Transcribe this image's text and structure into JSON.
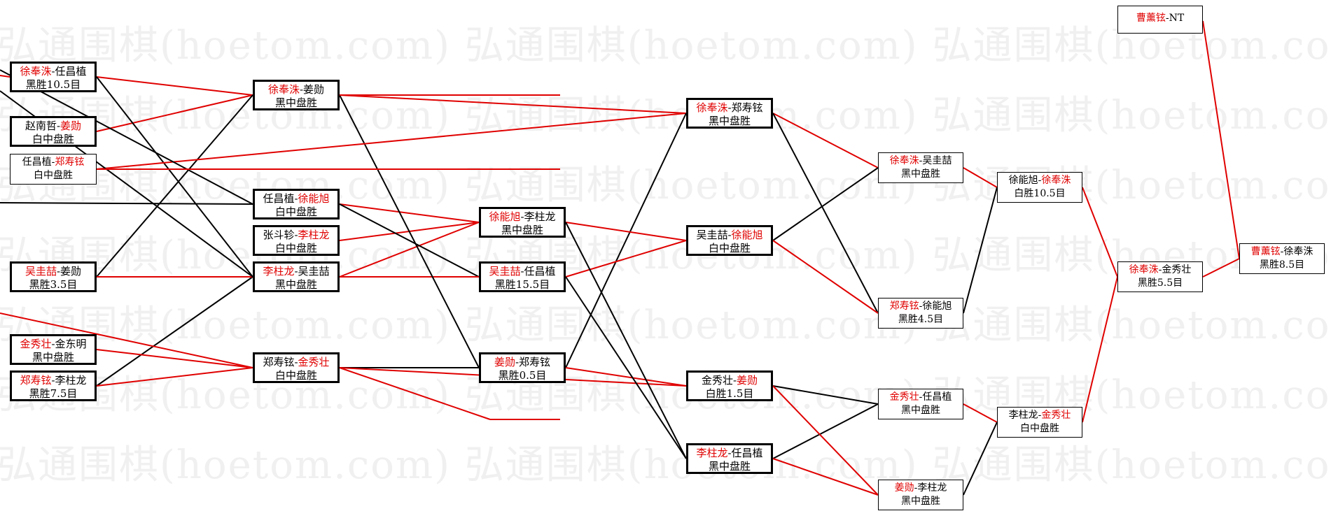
{
  "watermark": "弘通围棋(hoetom.com)",
  "colors": {
    "winner": "#e00000",
    "loser_line": "#000000",
    "win_line": "#e00000"
  },
  "matches": [
    {
      "id": "m1",
      "a": "徐奉洙",
      "b": "任昌植",
      "winner": "a",
      "result": "黑胜10.5目"
    },
    {
      "id": "m2",
      "a": "赵南哲",
      "b": "姜勋",
      "winner": "b",
      "result": "白中盘胜"
    },
    {
      "id": "m3",
      "a": "任昌植",
      "b": "郑寿铉",
      "winner": "b",
      "result": "白中盘胜"
    },
    {
      "id": "m4",
      "a": "吴圭喆",
      "b": "姜勋",
      "winner": "a",
      "result": "黑胜3.5目"
    },
    {
      "id": "m5",
      "a": "金秀壮",
      "b": "金东明",
      "winner": "a",
      "result": "黑中盘胜"
    },
    {
      "id": "m6",
      "a": "郑寿铉",
      "b": "李柱龙",
      "winner": "a",
      "result": "黑胜7.5目"
    },
    {
      "id": "m7",
      "a": "徐奉洙",
      "b": "姜勋",
      "winner": "a",
      "result": "黑中盘胜"
    },
    {
      "id": "m8",
      "a": "任昌植",
      "b": "徐能旭",
      "winner": "b",
      "result": "白中盘胜"
    },
    {
      "id": "m9",
      "a": "张斗轸",
      "b": "李柱龙",
      "winner": "b",
      "result": "白中盘胜"
    },
    {
      "id": "m10",
      "a": "李柱龙",
      "b": "吴圭喆",
      "winner": "a",
      "result": "黑中盘胜"
    },
    {
      "id": "m11",
      "a": "郑寿铉",
      "b": "金秀壮",
      "winner": "b",
      "result": "白中盘胜"
    },
    {
      "id": "m12",
      "a": "徐能旭",
      "b": "李柱龙",
      "winner": "a",
      "result": "黑中盘胜"
    },
    {
      "id": "m13",
      "a": "吴圭喆",
      "b": "任昌植",
      "winner": "a",
      "result": "黑胜15.5目"
    },
    {
      "id": "m14",
      "a": "姜勋",
      "b": "郑寿铉",
      "winner": "a",
      "result": "黑胜0.5目"
    },
    {
      "id": "m15",
      "a": "徐奉洙",
      "b": "郑寿铉",
      "winner": "a",
      "result": "黑中盘胜"
    },
    {
      "id": "m16",
      "a": "吴圭喆",
      "b": "徐能旭",
      "winner": "b",
      "result": "白中盘胜"
    },
    {
      "id": "m17",
      "a": "金秀壮",
      "b": "姜勋",
      "winner": "b",
      "result": "白胜1.5目"
    },
    {
      "id": "m18",
      "a": "李柱龙",
      "b": "任昌植",
      "winner": "a",
      "result": "黑中盘胜"
    },
    {
      "id": "m19",
      "a": "徐奉洙",
      "b": "吴圭喆",
      "winner": "a",
      "result": "黑中盘胜"
    },
    {
      "id": "m20",
      "a": "郑寿铉",
      "b": "徐能旭",
      "winner": "a",
      "result": "黑胜4.5目"
    },
    {
      "id": "m21",
      "a": "金秀壮",
      "b": "任昌植",
      "winner": "a",
      "result": "黑中盘胜"
    },
    {
      "id": "m22",
      "a": "姜勋",
      "b": "李柱龙",
      "winner": "a",
      "result": "黑中盘胜"
    },
    {
      "id": "m23",
      "a": "徐能旭",
      "b": "徐奉洙",
      "winner": "b",
      "result": "白胜10.5目"
    },
    {
      "id": "m24",
      "a": "李柱龙",
      "b": "金秀壮",
      "winner": "b",
      "result": "白中盘胜"
    },
    {
      "id": "m25",
      "a": "徐奉洙",
      "b": "金秀壮",
      "winner": "a",
      "result": "黑胜5.5目"
    },
    {
      "id": "m26",
      "a": "曹薰铉",
      "b": "NT",
      "winner": "a",
      "result": ""
    },
    {
      "id": "m27",
      "a": "曹薰铉",
      "b": "徐奉洙",
      "winner": "a",
      "result": "黑胜8.5目"
    }
  ]
}
